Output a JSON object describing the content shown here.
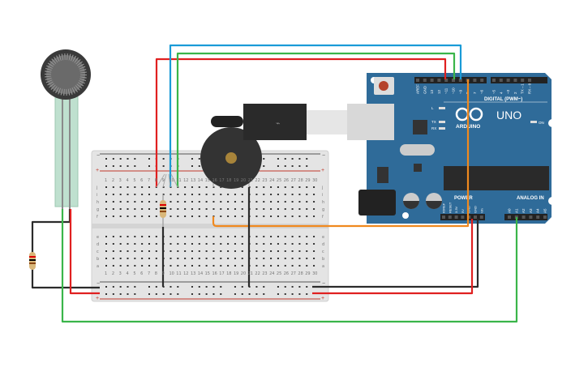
{
  "arduino": {
    "logo_text": "ARDUINO",
    "model": "UNO",
    "digital_label": "DIGITAL (PWM~)",
    "power_label": "POWER",
    "analog_label": "ANALOG IN",
    "on_label": "ON",
    "led_labels": [
      "L",
      "TX",
      "RX"
    ],
    "digital_pins": [
      "AREF",
      "GND",
      "13",
      "12",
      "~11",
      "~10",
      "~9",
      "8",
      "7",
      "~6",
      "~5",
      "4",
      "~3",
      "2",
      "TX→1",
      "RX←0"
    ],
    "power_pins": [
      "IOREF",
      "RESET",
      "3.3V",
      "5V",
      "GND",
      "GND",
      "Vin"
    ],
    "analog_pins": [
      "A0",
      "A1",
      "A2",
      "A3",
      "A4",
      "A5"
    ]
  },
  "breadboard": {
    "row_letters_top": [
      "j",
      "i",
      "h",
      "g",
      "f"
    ],
    "row_letters_bottom": [
      "e",
      "d",
      "c",
      "b",
      "a"
    ],
    "columns": 30,
    "rail_minus": "−",
    "rail_plus": "+"
  },
  "colors": {
    "board": "#2f6b99",
    "wire_red": "#e02020",
    "wire_blue": "#1a9bd7",
    "wire_green": "#3ab54a",
    "wire_orange": "#f0891e",
    "wire_black": "#2b2b2b"
  }
}
